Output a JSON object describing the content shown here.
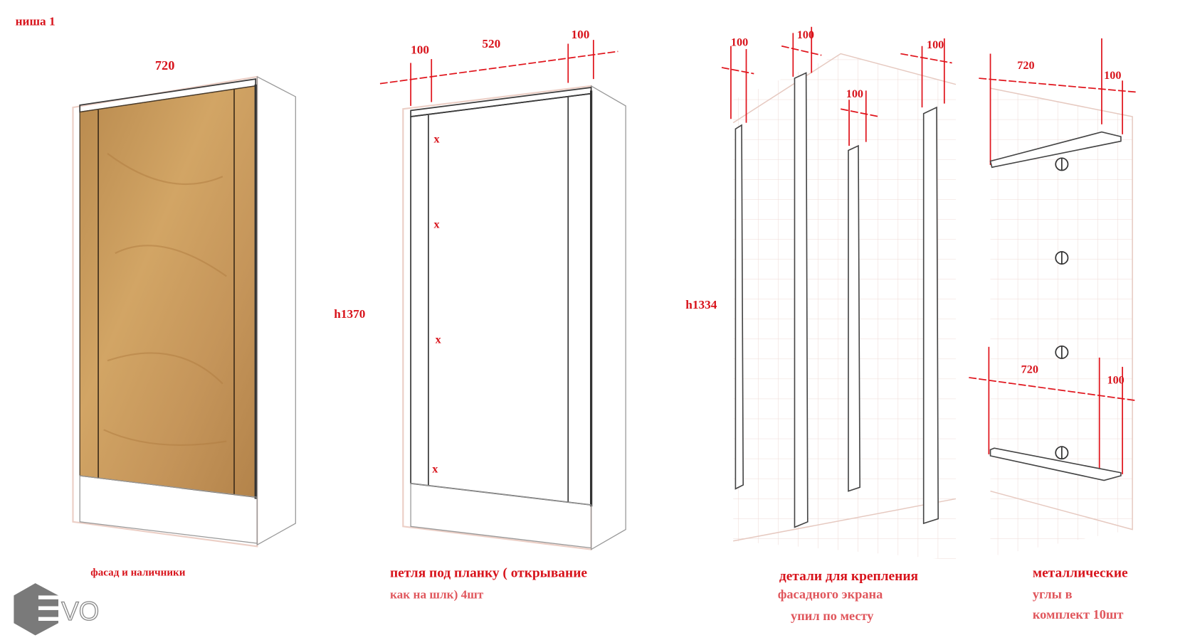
{
  "title": "ниша 1",
  "panel1": {
    "width_label": "720",
    "caption": "фасад  и наличники"
  },
  "panel2": {
    "dim_left": "100",
    "dim_middle": "520",
    "dim_right": "100",
    "height_label": "h1370",
    "hinge_marks": [
      "x",
      "x",
      "x",
      "x"
    ],
    "caption_line1": "петля под планку ( открывание",
    "caption_line2": "как на шлк)  4шт"
  },
  "panel3": {
    "dims": [
      "100",
      "100",
      "100",
      "100"
    ],
    "height_label": "h1334",
    "caption_line1": "детали для крепления",
    "caption_line2": "фасадного экрана",
    "caption_line3": "упил по месту"
  },
  "panel4": {
    "top_width": "720",
    "top_depth": "100",
    "bottom_width": "720",
    "bottom_depth": "100",
    "caption_line1": "металлические",
    "caption_line2": "углы в",
    "caption_line3": "комплект 10шт"
  },
  "logo": {
    "text": "EVO"
  },
  "colors": {
    "annotation": "#d8141c",
    "oak": "#c89a5a"
  }
}
